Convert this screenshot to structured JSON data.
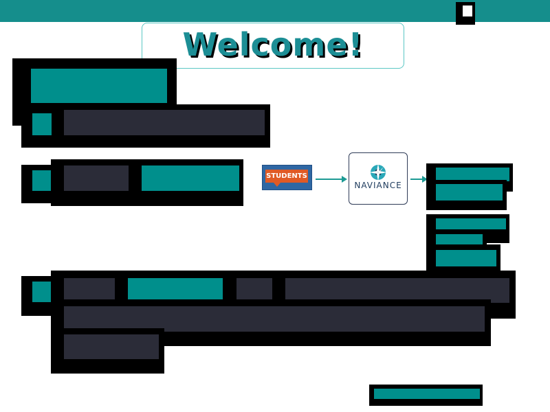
{
  "welcome": {
    "title": "Welcome!"
  },
  "students_button": {
    "label": "STUDENTS"
  },
  "naviance": {
    "label": "NAVIANCE"
  },
  "colors": {
    "teal": "#008f8c",
    "dark": "#2b2c38",
    "students_blue": "#2f67a3",
    "students_orange": "#e05a25",
    "naviance_navy": "#1d3a5c",
    "naviance_teal": "#2aa8b8"
  },
  "icons": {
    "naviance_logo": "compass-star-icon",
    "arrows": "arrow-right-icon"
  }
}
